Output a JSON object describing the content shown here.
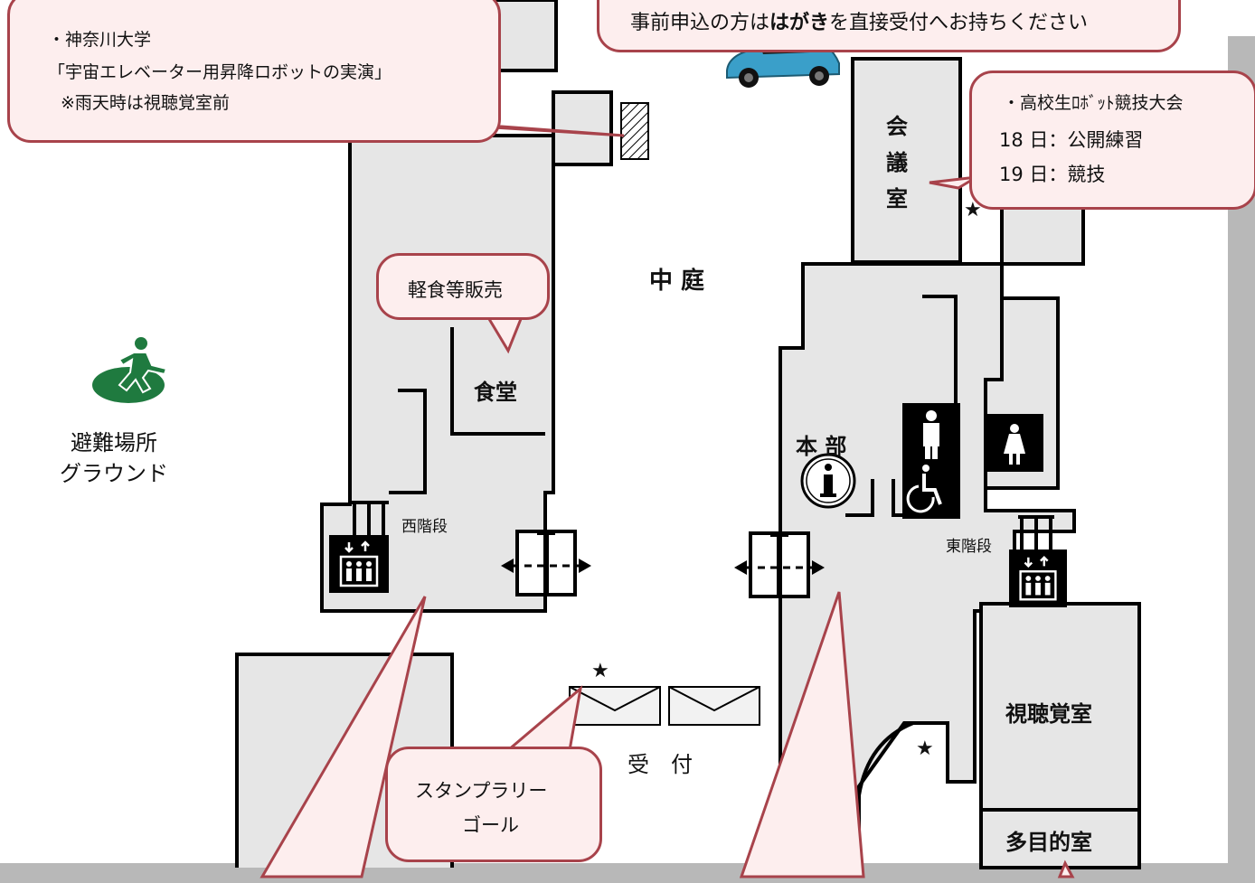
{
  "callouts": {
    "top_banner": {
      "pre": "事前申込の方は",
      "bold": "はがき",
      "post": "を直接受付へお持ちください"
    },
    "kanagawa": [
      "・神奈川大学",
      "「宇宙エレベーター用昇降ロボットの実演」",
      "※雨天時は視聴覚室前"
    ],
    "highschool": [
      "・高校生ﾛﾎﾞｯﾄ競技大会",
      "18 日：公開練習",
      "19 日：競技"
    ],
    "snack": "軽食等販売",
    "stamp_rally": [
      "スタンプラリー",
      "ゴール"
    ]
  },
  "rooms": {
    "courtyard": "中 庭",
    "cafeteria": "食堂",
    "meeting_room": [
      "会",
      "議",
      "室"
    ],
    "headquarters": "本 部",
    "av_room": "視聴覚室",
    "multipurpose_room": "多目的室",
    "reception": "受　付",
    "west_stairs": "西階段",
    "east_stairs": "東階段"
  },
  "evacuation": {
    "line1": "避難場所",
    "line2": "グラウンド"
  },
  "icons": {
    "evacuation": "evacuation-area-icon",
    "info": "information-icon",
    "male_restroom": "male-restroom-icon",
    "female_restroom": "female-restroom-icon",
    "wheelchair": "wheelchair-accessible-icon",
    "elevator": "elevator-icon",
    "auto_door": "automatic-door-icon",
    "star": "star-icon",
    "car": "car-icon"
  },
  "colors": {
    "callout_fill": "#fdeeee",
    "callout_border": "#a8434b",
    "room_fill": "#e6e6e6",
    "evac_green": "#1f7a3f",
    "shadow": "#b8b8b8"
  }
}
